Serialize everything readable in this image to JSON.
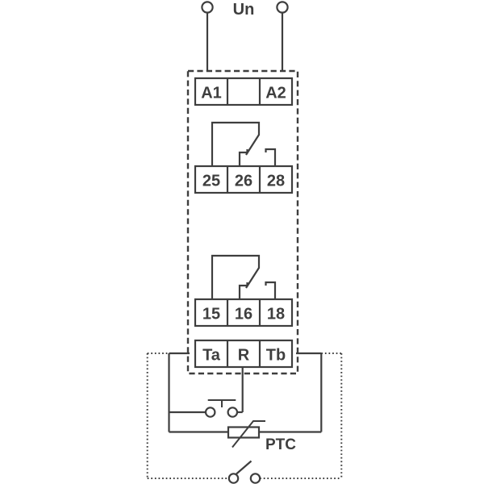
{
  "diagram": {
    "type": "wiring-connection-diagram",
    "supply_label": "Un",
    "ptc_label": "PTC",
    "strips": {
      "supply": {
        "cells": [
          "A1",
          "",
          "A2"
        ]
      },
      "output_2": {
        "cells": [
          "25",
          "26",
          "28"
        ]
      },
      "output_1": {
        "cells": [
          "15",
          "16",
          "18"
        ]
      },
      "sensor": {
        "cells": [
          "Ta",
          "R",
          "Tb"
        ]
      }
    },
    "symbols": {
      "supply_terminals": "open-circle-terminal",
      "output_contacts": "changeover-relay-contact",
      "reset_button": "momentary-pushbutton-open",
      "thermistor": "ptc-thermistor",
      "external_switch": "open-switch-contact"
    },
    "colors": {
      "line": "#3e3e3e",
      "background": "#ffffff"
    }
  }
}
